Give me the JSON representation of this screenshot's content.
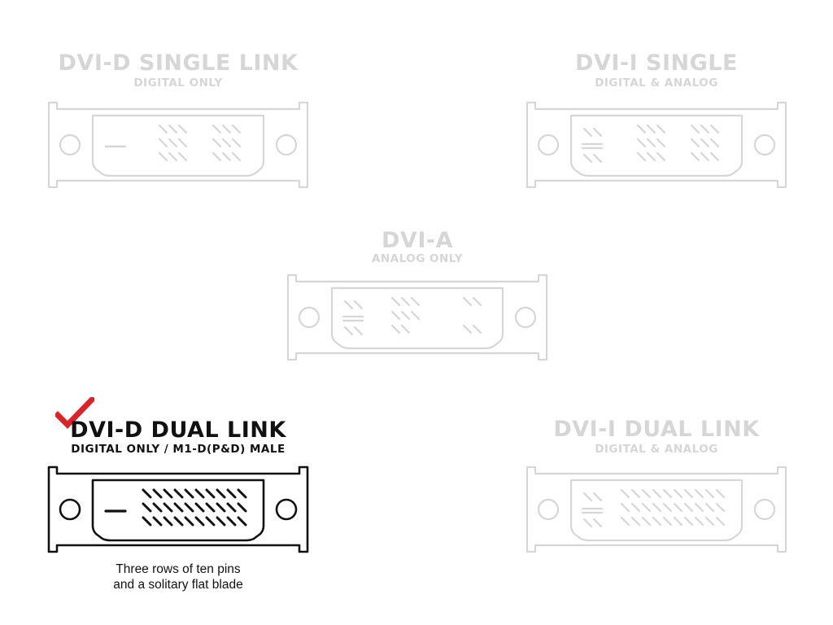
{
  "colors": {
    "inactive": "#d6d6d6",
    "active": "#111111",
    "check": "#d9252a"
  },
  "connectors": [
    {
      "id": "dvi-d-single-link",
      "title": "DVI-D SINGLE LINK",
      "subtitle": "DIGITAL ONLY",
      "selected": false,
      "pins_per_row": 6,
      "blade": "flat",
      "analog_pins": false
    },
    {
      "id": "dvi-i-single",
      "title": "DVI-I SINGLE",
      "subtitle": "DIGITAL & ANALOG",
      "selected": false,
      "pins_per_row": 6,
      "blade": "cross",
      "analog_pins": true
    },
    {
      "id": "dvi-a",
      "title": "DVI-A",
      "subtitle": "ANALOG ONLY",
      "selected": false,
      "pins_per_row": "partial",
      "blade": "cross",
      "analog_pins": true
    },
    {
      "id": "dvi-d-dual-link",
      "title": "DVI-D DUAL LINK",
      "subtitle": "DIGITAL ONLY / M1-D(P&D) MALE",
      "selected": true,
      "pins_per_row": 10,
      "blade": "flat",
      "analog_pins": false,
      "caption_line1": "Three rows of ten pins",
      "caption_line2": "and a solitary flat blade"
    },
    {
      "id": "dvi-i-dual-link",
      "title": "DVI-I DUAL LINK",
      "subtitle": "DIGITAL & ANALOG",
      "selected": false,
      "pins_per_row": 10,
      "blade": "cross",
      "analog_pins": true
    }
  ]
}
